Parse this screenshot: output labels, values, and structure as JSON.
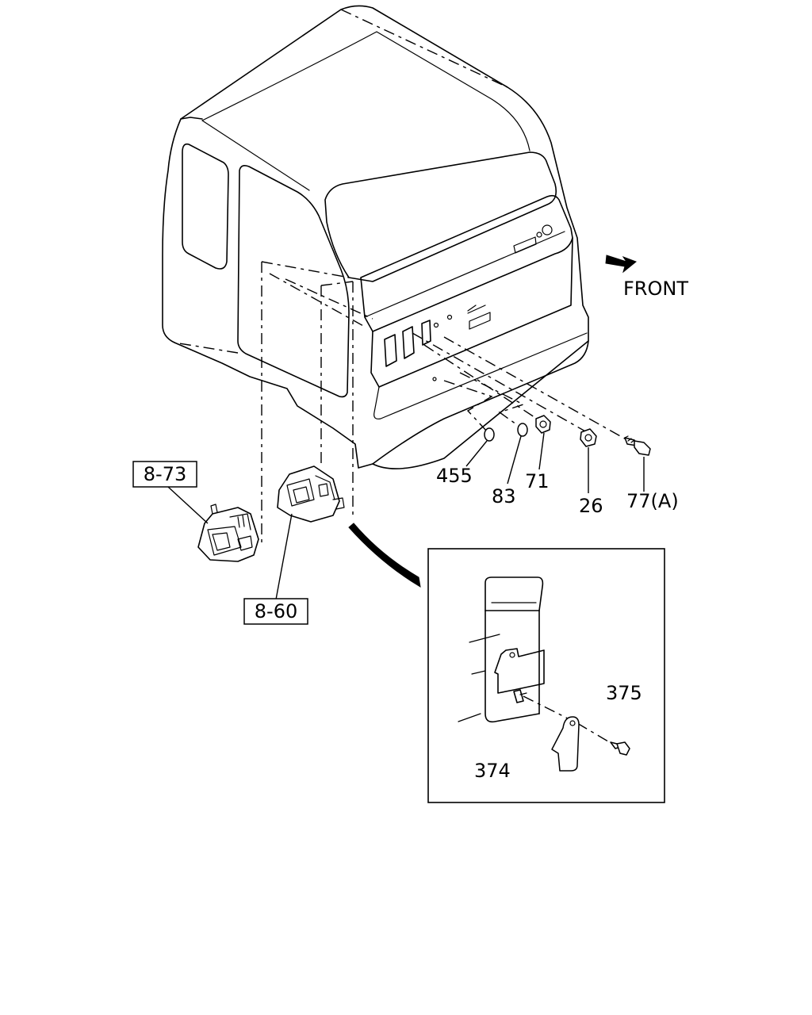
{
  "diagram": {
    "direction_label": "FRONT",
    "callouts": [
      {
        "id": "c-455",
        "text": "455"
      },
      {
        "id": "c-83",
        "text": "83"
      },
      {
        "id": "c-71",
        "text": "71"
      },
      {
        "id": "c-26",
        "text": "26"
      },
      {
        "id": "c-77a",
        "text": "77(A)"
      },
      {
        "id": "c-375",
        "text": "375"
      },
      {
        "id": "c-374",
        "text": "374"
      }
    ],
    "references": [
      {
        "id": "ref-8-73",
        "text": "8-73"
      },
      {
        "id": "ref-8-60",
        "text": "8-60"
      }
    ]
  }
}
